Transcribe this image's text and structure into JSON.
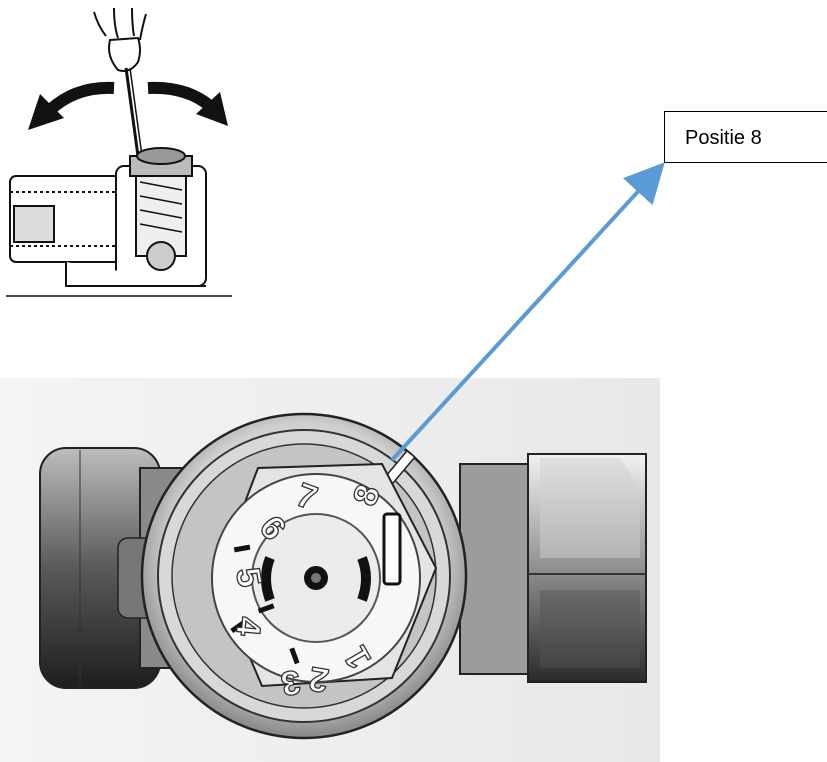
{
  "callout": {
    "label": "Positie 8"
  },
  "dial": {
    "numbers": [
      "1",
      "2",
      "3",
      "4",
      "5",
      "6",
      "7",
      "8"
    ],
    "selected": "8"
  },
  "colors": {
    "arrow": "#5b9bd5",
    "outline": "#000000"
  },
  "icons": [
    "hand-icon",
    "screwdriver-icon",
    "rotate-left-arrow-icon",
    "rotate-right-arrow-icon"
  ]
}
